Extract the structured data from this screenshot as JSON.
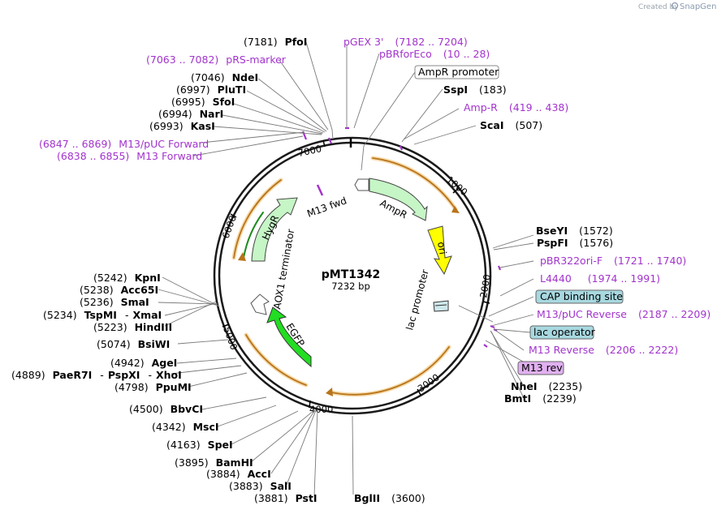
{
  "header": {
    "credit": "Created by",
    "brand": "SnapGene"
  },
  "map": {
    "name": "pMT1342",
    "size": "7232 bp"
  },
  "ticks": [
    "1000",
    "2000",
    "3000",
    "4000",
    "5000",
    "6000",
    "7000"
  ],
  "enzymes": {
    "pfoi": {
      "pos": "(7181)",
      "name": "PfoI"
    },
    "ndei": {
      "pos": "(7046)",
      "name": "NdeI"
    },
    "pluti": {
      "pos": "(6997)",
      "name": "PluTI"
    },
    "sfoi": {
      "pos": "(6995)",
      "name": "SfoI"
    },
    "nari": {
      "pos": "(6994)",
      "name": "NarI"
    },
    "kasi": {
      "pos": "(6993)",
      "name": "KasI"
    },
    "sspi": {
      "name": "SspI",
      "pos": "(183)"
    },
    "scai": {
      "name": "ScaI",
      "pos": "(507)"
    },
    "bseyi": {
      "name": "BseYI",
      "pos": "(1572)"
    },
    "pspfi": {
      "name": "PspFI",
      "pos": "(1576)"
    },
    "nhei": {
      "name": "NheI",
      "pos": "(2235)"
    },
    "bmti": {
      "name": "BmtI",
      "pos": "(2239)"
    },
    "bglii": {
      "name": "BglII",
      "pos": "(3600)"
    },
    "psti": {
      "pos": "(3881)",
      "name": "PstI"
    },
    "sali": {
      "pos": "(3883)",
      "name": "SalI"
    },
    "acci": {
      "pos": "(3884)",
      "name": "AccI"
    },
    "bamhi": {
      "pos": "(3895)",
      "name": "BamHI"
    },
    "spei": {
      "pos": "(4163)",
      "name": "SpeI"
    },
    "msci": {
      "pos": "(4342)",
      "name": "MscI"
    },
    "bbvci": {
      "pos": "(4500)",
      "name": "BbvCI"
    },
    "ppumi": {
      "pos": "(4798)",
      "name": "PpuMI"
    },
    "paer7i": {
      "pos": "(4889)",
      "name": "PaeR7I",
      "sep1": "-",
      "name2": "PspXI",
      "sep2": "-",
      "name3": "XhoI"
    },
    "agei": {
      "pos": "(4942)",
      "name": "AgeI"
    },
    "bsiwi": {
      "pos": "(5074)",
      "name": "BsiWI"
    },
    "hindiii": {
      "pos": "(5223)",
      "name": "HindIII"
    },
    "tspmi": {
      "pos": "(5234)",
      "name": "TspMI",
      "sep": "-",
      "name2": "XmaI"
    },
    "smai": {
      "pos": "(5236)",
      "name": "SmaI"
    },
    "acc65i": {
      "pos": "(5238)",
      "name": "Acc65I"
    },
    "kpni": {
      "pos": "(5242)",
      "name": "KpnI"
    }
  },
  "primers": {
    "pgex3": {
      "name": "pGEX 3'",
      "range": "(7182 .. 7204)"
    },
    "pbrforeco": {
      "name": "pBRforEco",
      "range": "(10 .. 28)"
    },
    "prsmarker": {
      "range": "(7063 .. 7082)",
      "name": "pRS-marker"
    },
    "ampr": {
      "name": "Amp-R",
      "range": "(419 .. 438)"
    },
    "m13puc_fwd": {
      "range": "(6847 .. 6869)",
      "name": "M13/pUC Forward"
    },
    "m13_fwd": {
      "range": "(6838 .. 6855)",
      "name": "M13 Forward"
    },
    "pbr322ori": {
      "name": "pBR322ori-F",
      "range": "(1721 .. 1740)"
    },
    "l4440": {
      "name": "L4440",
      "range": "(1974 .. 1991)"
    },
    "m13puc_rev": {
      "name": "M13/pUC Reverse",
      "range": "(2187 .. 2209)"
    },
    "m13_rev": {
      "name": "M13 Reverse",
      "range": "(2206 .. 2222)"
    }
  },
  "boxed": {
    "ampr_promoter": "AmpR promoter",
    "cap_site": "CAP binding site",
    "lac_operator": "lac operator",
    "m13rev": "M13 rev"
  },
  "features": {
    "ampr": "AmpR",
    "ori": "ori",
    "lac_promoter": "lac promoter",
    "egfp": "EGFP",
    "aox1": "AOX1 terminator",
    "hygr": "HygR",
    "m13fwd": "M13 fwd"
  },
  "colors": {
    "ampr": "#c6f5c6",
    "ori": "#ffff00",
    "egfp": "#22dd22",
    "hygr": "#c6f5c6",
    "orf": "#e8a84a",
    "primer": "#a233cc",
    "box_blue": "#a8d8e0",
    "box_purple": "#e0b0f0"
  }
}
